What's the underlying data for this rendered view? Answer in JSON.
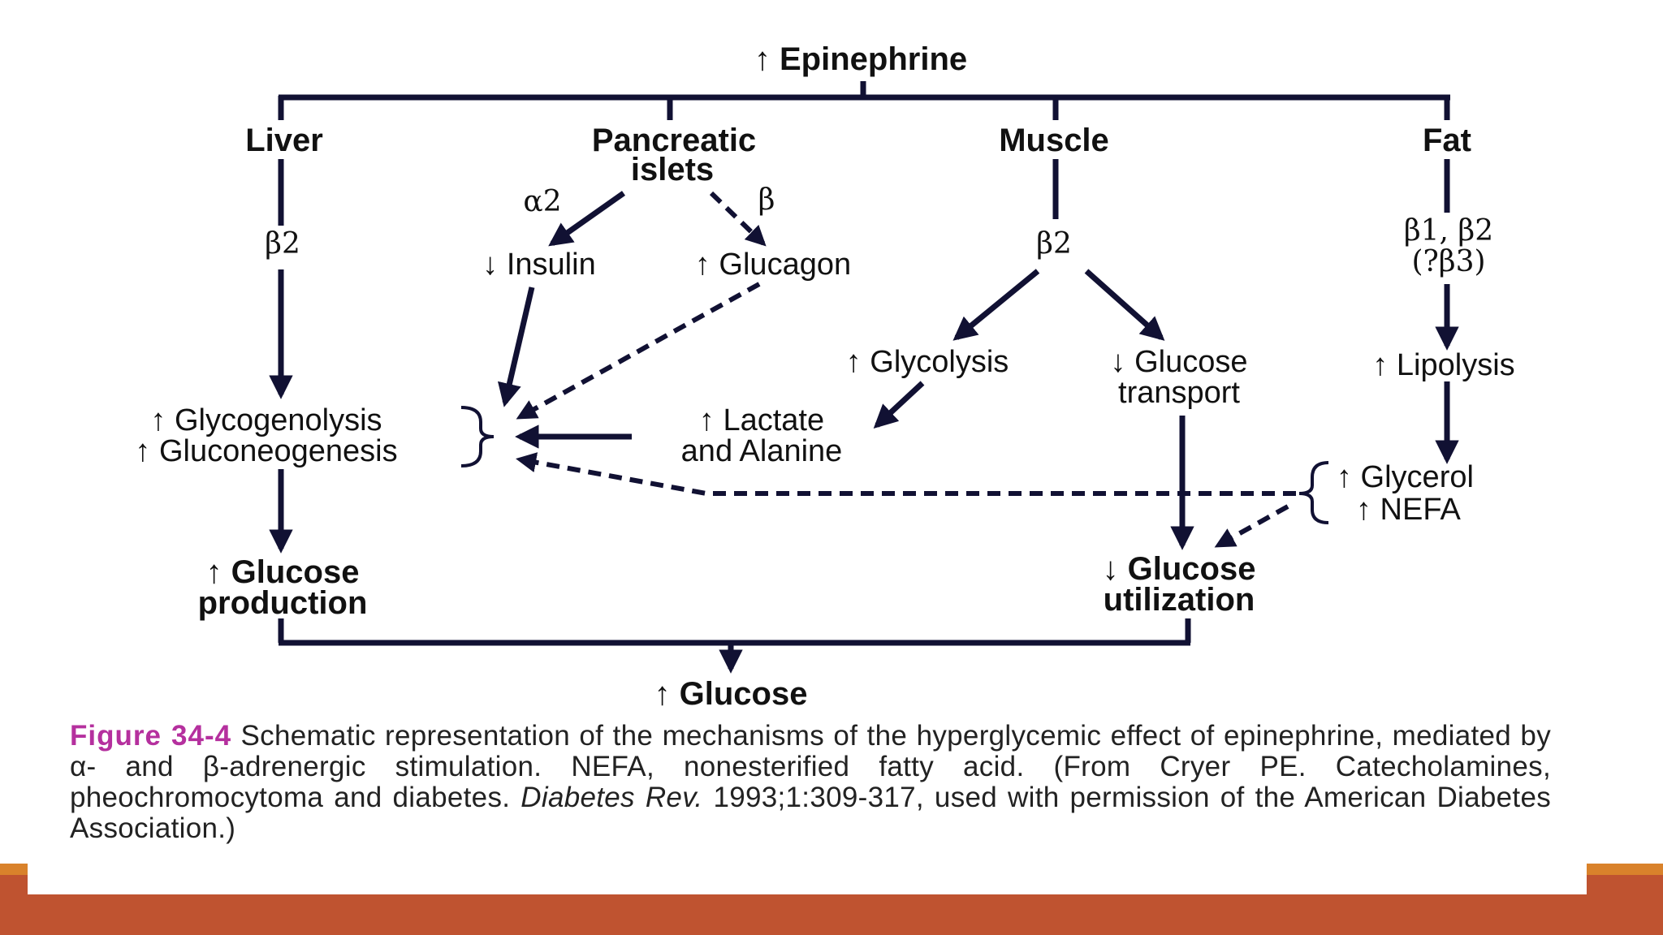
{
  "diagram": {
    "top_node": "↑ Epinephrine",
    "tissues": {
      "liver": "Liver",
      "pancreatic_line1": "Pancreatic",
      "pancreatic_line2": "islets",
      "muscle": "Muscle",
      "fat": "Fat"
    },
    "receptors": {
      "liver_beta2": "β2",
      "alpha2": "α2",
      "beta": "β",
      "muscle_beta2": "β2",
      "fat_line1": "β1, β2",
      "fat_line2": "(?β3)"
    },
    "effects": {
      "insulin": "↓ Insulin",
      "glucagon": "↑ Glucagon",
      "glycolysis": "↑ Glycolysis",
      "glucose_transport_line1": "↓ Glucose",
      "glucose_transport_line2": "transport",
      "lipolysis": "↑ Lipolysis",
      "glycogenolysis": "↑ Glycogenolysis",
      "gluconeogenesis": "↑ Gluconeogenesis",
      "lactate_line1": "↑ Lactate",
      "lactate_line2": "and Alanine",
      "glycerol": "↑ Glycerol",
      "nefa": "↑ NEFA",
      "glucose_production_line1": "↑ Glucose",
      "glucose_production_line2": "production",
      "glucose_utilization_line1": "↓ Glucose",
      "glucose_utilization_line2": "utilization"
    },
    "bottom_node": "↑ Glucose"
  },
  "caption": {
    "figure_label": "Figure 34-4",
    "text_part1": " Schematic representation of the mechanisms of the hyperglycemic effect of epinephrine, mediated by α- and β-adrenergic stimulation. NEFA, nonesterified fatty acid. (From Cryer PE. Catecholamines, pheochromocytoma and diabetes. ",
    "journal": "Diabetes Rev.",
    "text_part2": " 1993;1:309-317, used with permission of the American Diabetes Association.)"
  },
  "colors": {
    "line": "#111133",
    "figure_label": "#b5309e",
    "footer_band": "#bf5330",
    "footer_accent": "#d9822b"
  }
}
